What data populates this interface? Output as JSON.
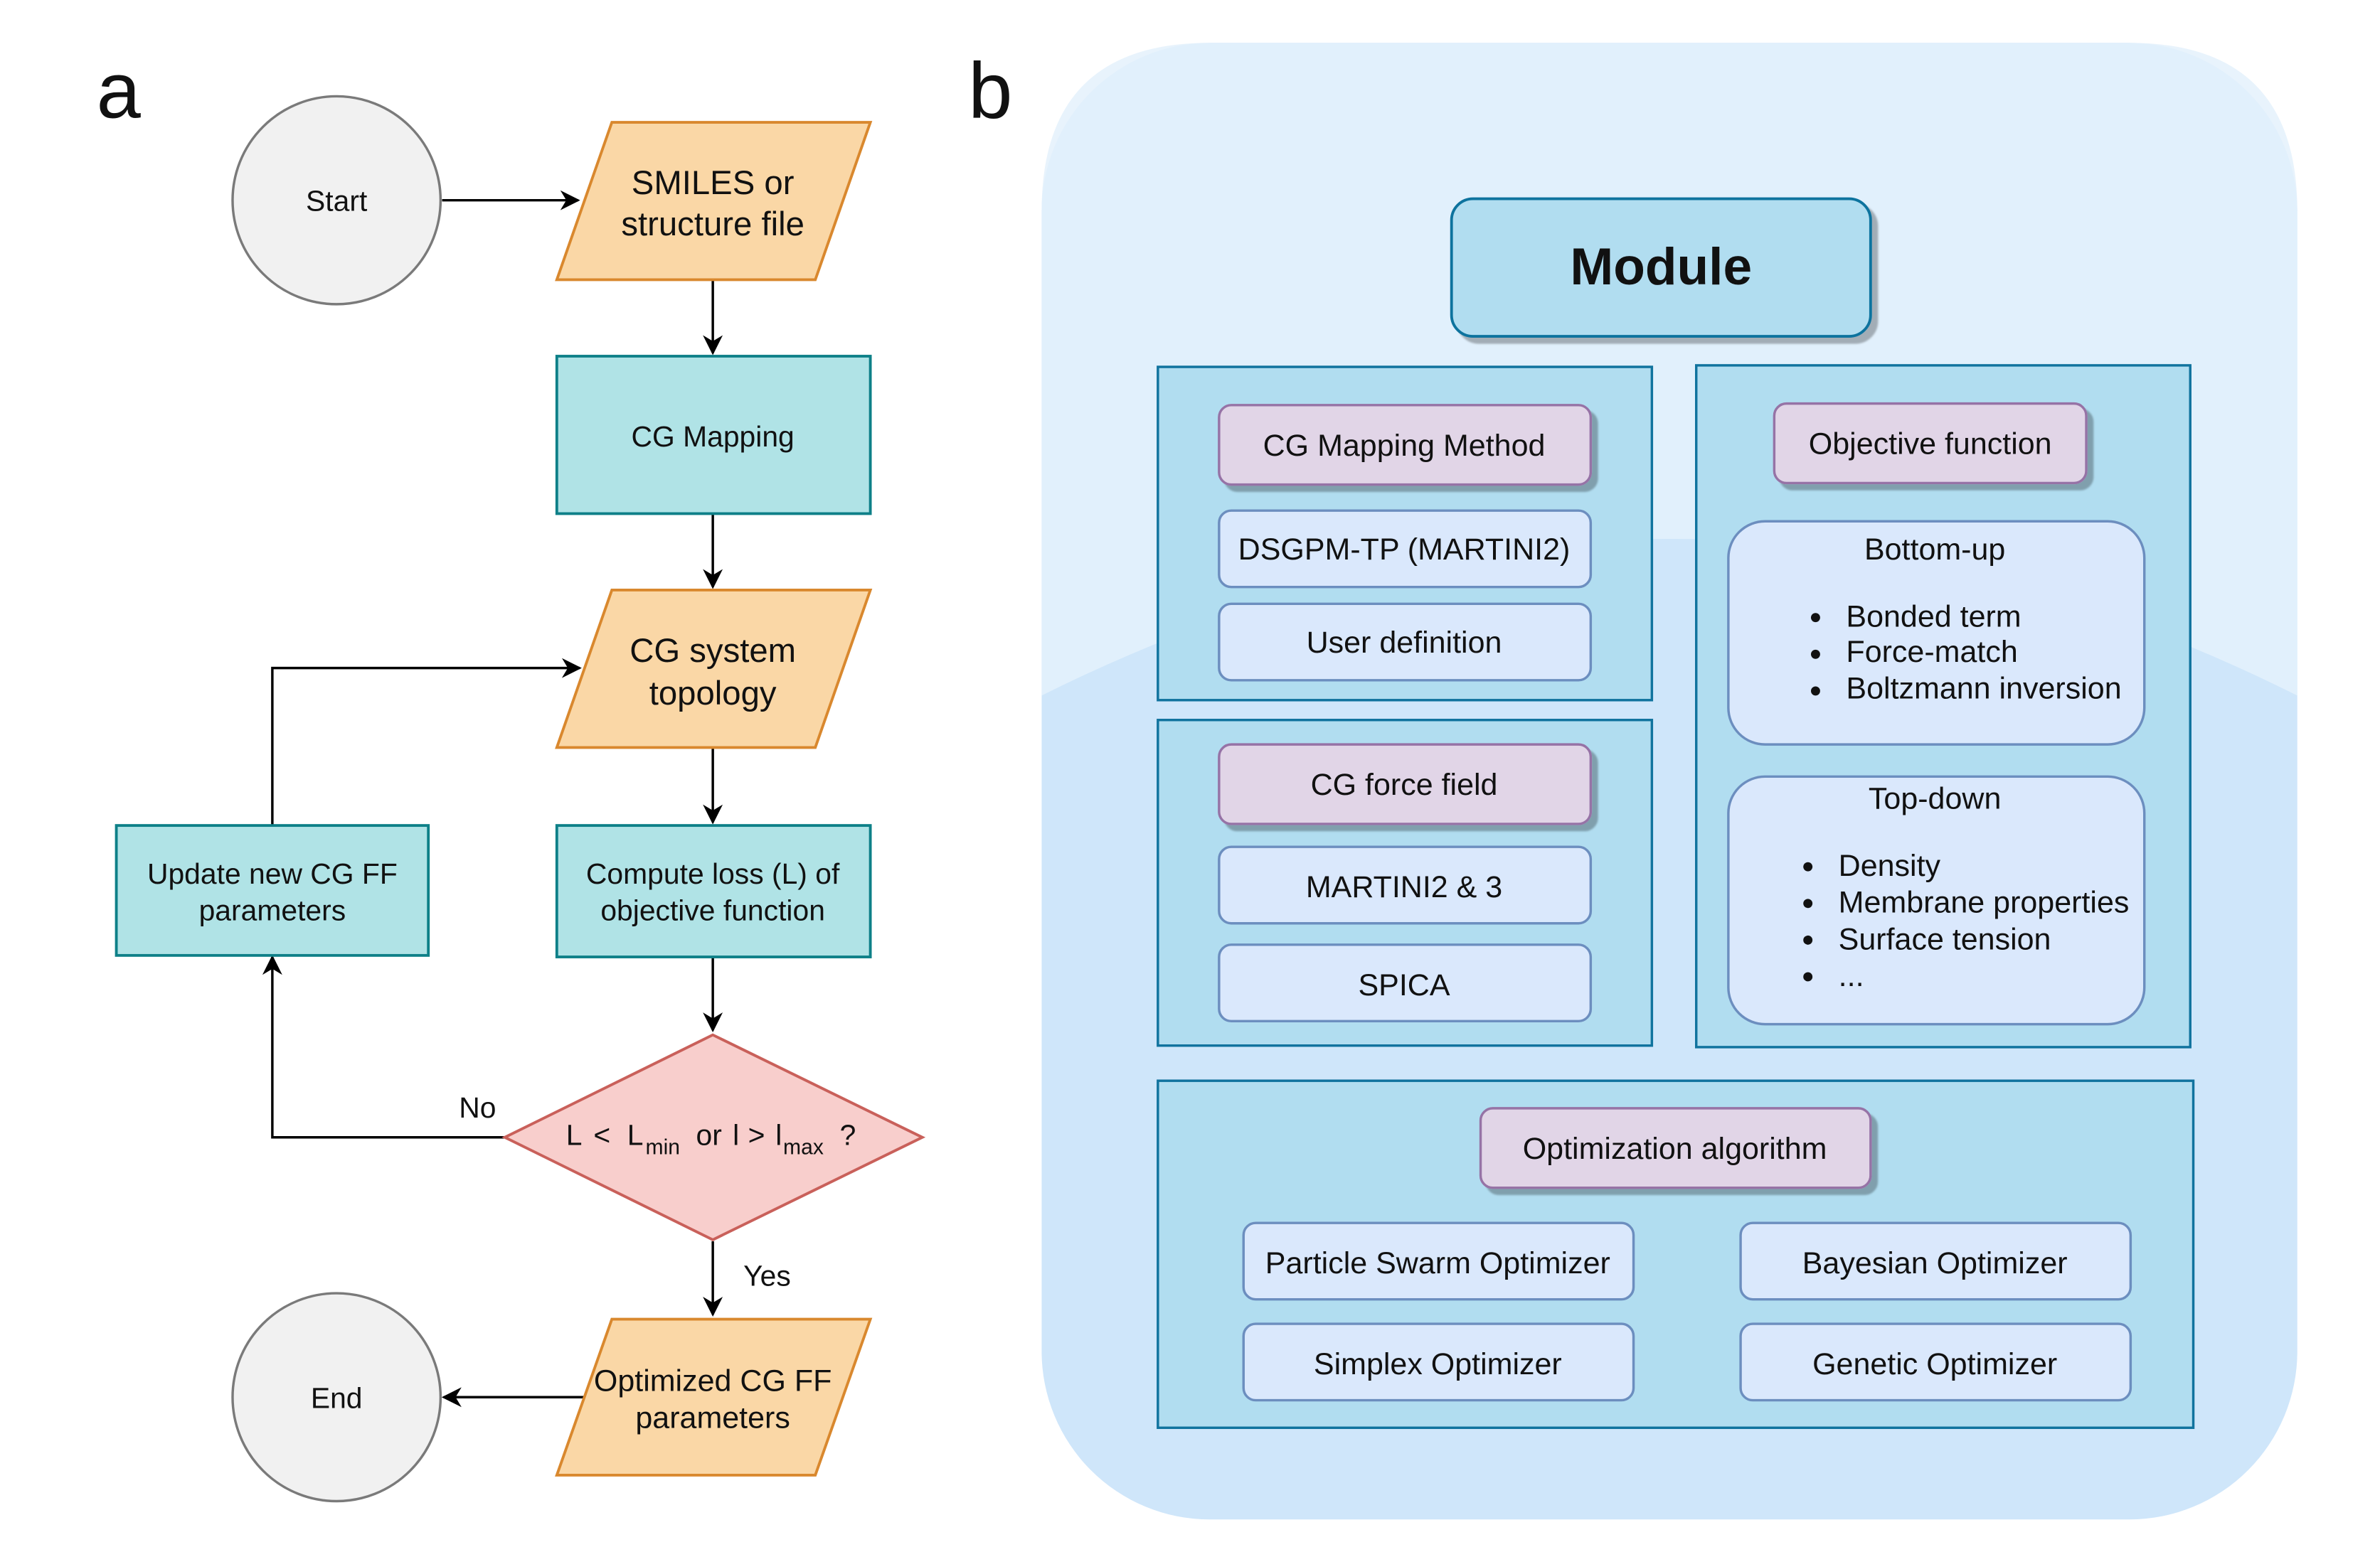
{
  "panel_a": {
    "label": "a",
    "start": "Start",
    "input": [
      "SMILES or",
      "structure file"
    ],
    "mapping": "CG Mapping",
    "topology": [
      "CG system",
      "topology"
    ],
    "loss": [
      "Compute loss (L) of",
      "objective function"
    ],
    "update": [
      "Update new CG FF",
      "parameters"
    ],
    "decision": {
      "L": "L",
      "lt": "<",
      "Lmin_main": "L",
      "Lmin_sub": "min",
      "or": "or",
      "l": "l",
      "gt": ">",
      "lmax_main": "l",
      "lmax_sub": "max",
      "q": "?"
    },
    "no": "No",
    "yes": "Yes",
    "output": [
      "Optimized CG FF",
      "parameters"
    ],
    "end": "End"
  },
  "panel_b": {
    "label": "b",
    "module": "Module",
    "mapping_box": {
      "title": "CG Mapping Method",
      "items": [
        "DSGPM-TP (MARTINI2)",
        "User definition"
      ]
    },
    "forcefield_box": {
      "title": "CG force field",
      "items": [
        "MARTINI2 & 3",
        "SPICA"
      ]
    },
    "objective_box": {
      "title": "Objective function",
      "bottom_up": {
        "heading": "Bottom-up",
        "bullets": [
          "Bonded term",
          "Force-match",
          "Boltzmann inversion"
        ]
      },
      "top_down": {
        "heading": "Top-down",
        "bullets": [
          "Density",
          "Membrane properties",
          "Surface tension",
          "..."
        ]
      }
    },
    "optimization_box": {
      "title": "Optimization algorithm",
      "items": [
        "Particle Swarm Optimizer",
        "Bayesian Optimizer",
        "Simplex Optimizer",
        "Genetic Optimizer"
      ]
    }
  },
  "colors": {
    "orange_fill": "#fad7a6",
    "orange_stroke": "#d9882e",
    "teal_fill": "#b0e3e6",
    "teal_stroke": "#0e8088",
    "grey_fill": "#f2f2f2",
    "grey_stroke": "#777777",
    "red_fill": "#f8cecc",
    "red_stroke": "#c9605a",
    "panel_fill": "#cfe6fa",
    "section_fill": "#b0dcef",
    "section_stroke": "#10739e",
    "pill_fill": "#dae8fc",
    "pill_stroke": "#6c8ebf",
    "title_fill": "#e1d5e7",
    "title_stroke": "#9673a6"
  }
}
